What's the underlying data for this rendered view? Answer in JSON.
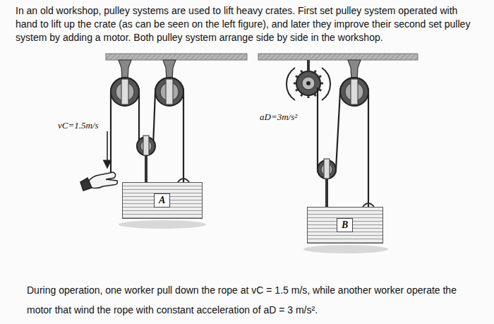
{
  "diagram": {
    "nodes": [
      {
        "text": [
          "A"
        ]
      },
      {
        "text": [
          "B"
        ]
      }
    ],
    "labels": [
      "In an old workshop, pulley systems are used to lift heavy crates. First set pulley system operated with hand to lift up the crate (as can be seen on the left figure), and later they improve their second set pulley system by adding a motor. Both pulley system arrange side by side in the workshop.",
      "vC=1.5m/s",
      "aD=3m/s²",
      "During operation, one worker pull down the rope at vC = 1.5 m/s, while another worker operate the motor that wind the rope with constant acceleration of aD = 3 m/s²."
    ]
  }
}
